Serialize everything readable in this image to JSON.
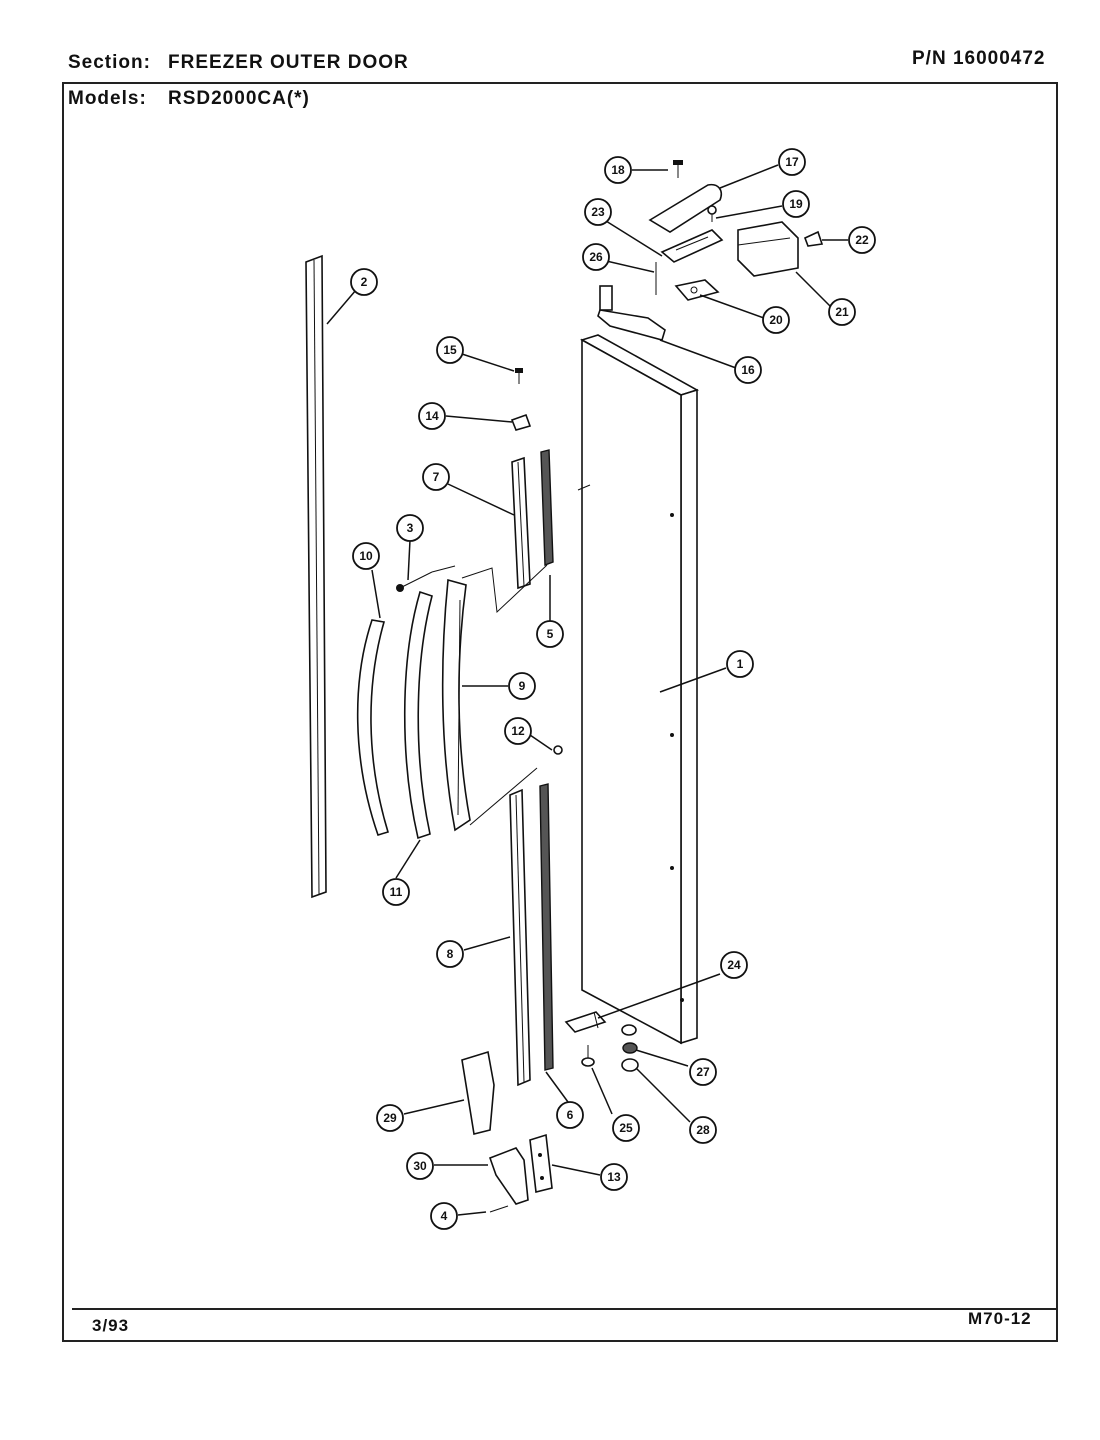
{
  "header": {
    "section_label": "Section:",
    "section_value": "FREEZER OUTER DOOR",
    "part_number": "P/N 16000472",
    "models_label": "Models:",
    "models_value": "RSD2000CA(*)"
  },
  "footer": {
    "date": "3/93",
    "code": "M70-12"
  },
  "callouts": {
    "c1": "1",
    "c2": "2",
    "c3": "3",
    "c4": "4",
    "c5": "5",
    "c6": "6",
    "c7": "7",
    "c8": "8",
    "c9": "9",
    "c10": "10",
    "c11": "11",
    "c12": "12",
    "c13": "13",
    "c14": "14",
    "c15": "15",
    "c16": "16",
    "c17": "17",
    "c18": "18",
    "c19": "19",
    "c20": "20",
    "c21": "21",
    "c22": "22",
    "c23": "23",
    "c24": "24",
    "c25": "25",
    "c26": "26",
    "c27": "27",
    "c28": "28",
    "c29": "29",
    "c30": "30"
  }
}
